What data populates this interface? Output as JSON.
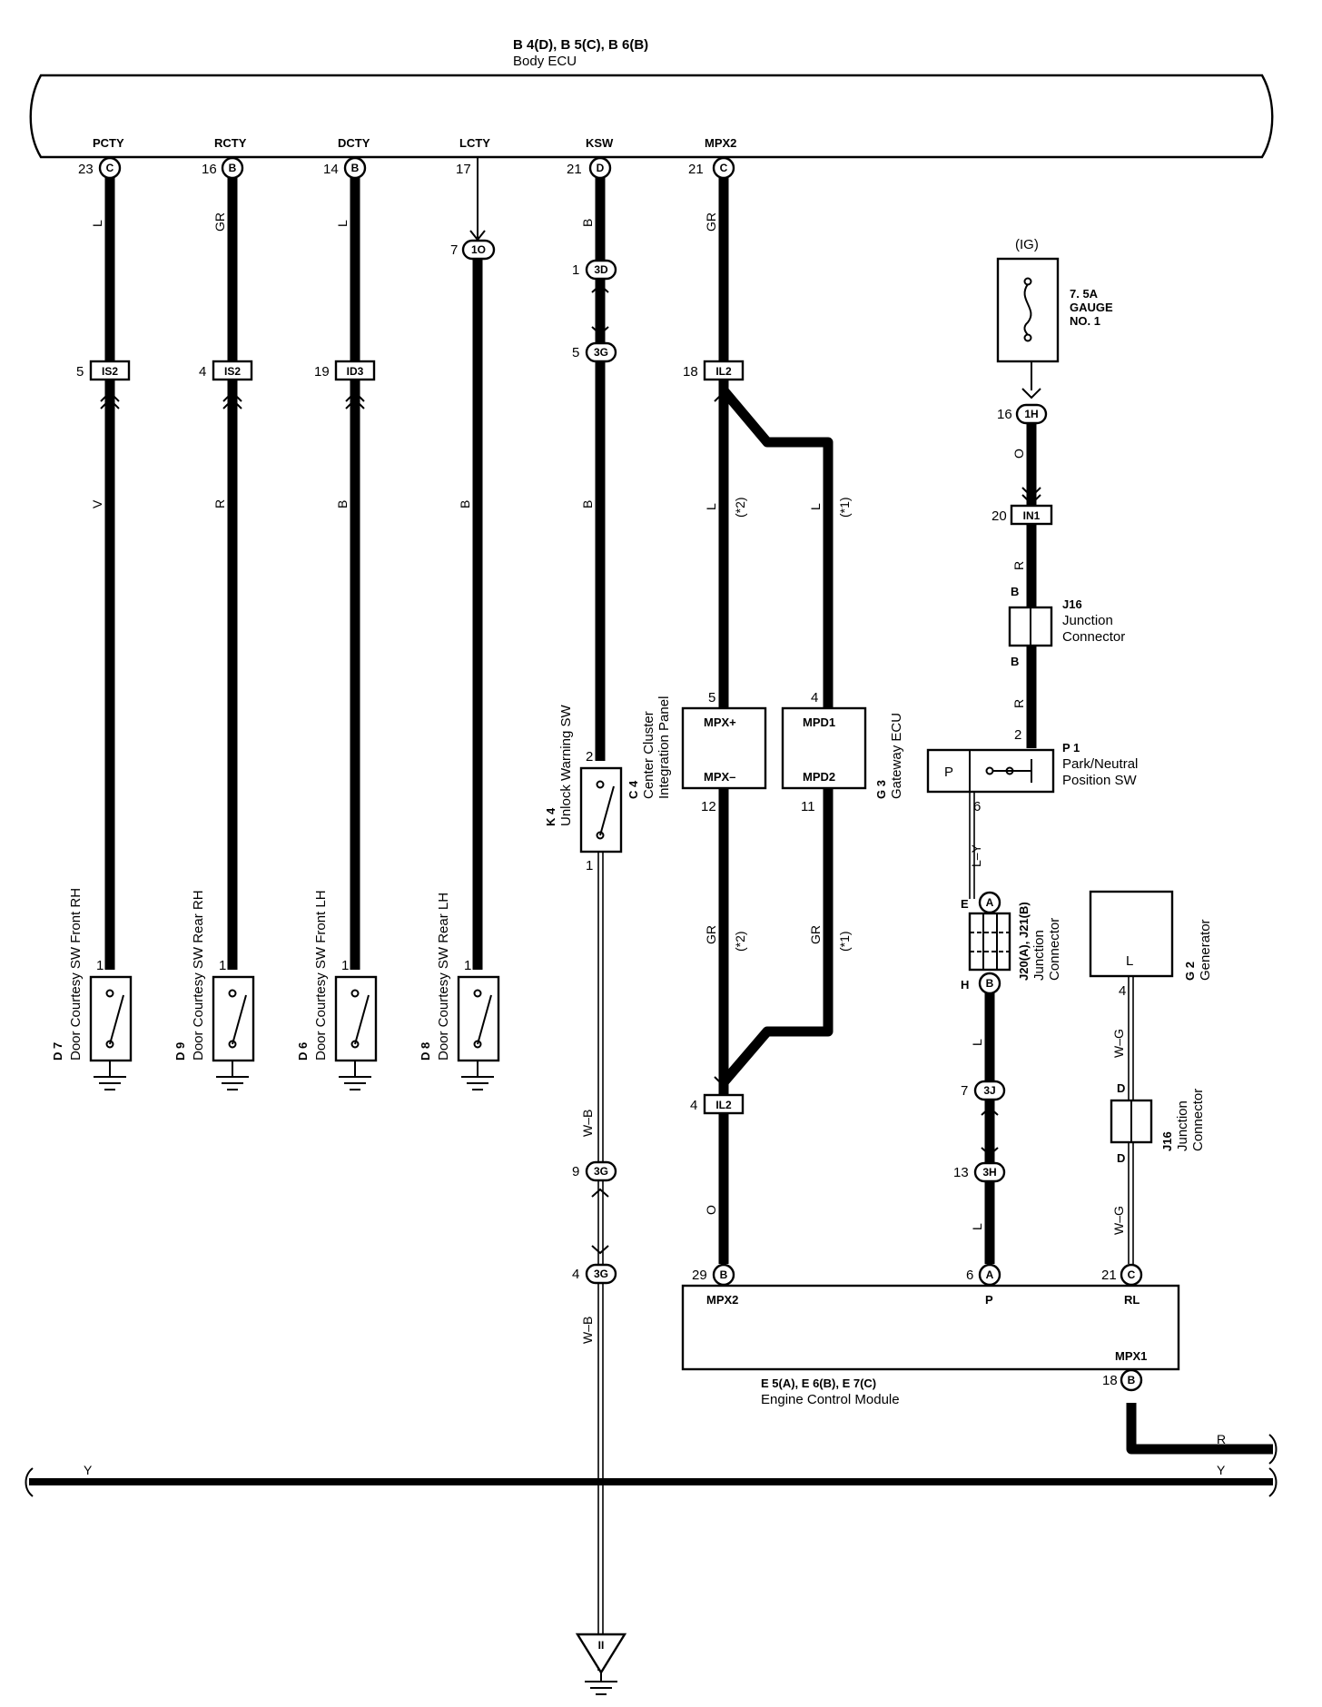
{
  "body_ecu": {
    "codes": "B 4(D), B 5(C), B 6(B)",
    "name": "Body ECU",
    "terminals": [
      {
        "name": "PCTY",
        "pin": "23",
        "conn": "C"
      },
      {
        "name": "RCTY",
        "pin": "16",
        "conn": "B"
      },
      {
        "name": "DCTY",
        "pin": "14",
        "conn": "B"
      },
      {
        "name": "LCTY",
        "pin": "17",
        "conn": ""
      },
      {
        "name": "KSW",
        "pin": "21",
        "conn": "D"
      },
      {
        "name": "MPX2",
        "pin": "21",
        "conn": "C"
      }
    ]
  },
  "wire_colors": {
    "pcty_top": "L",
    "rcty_top": "GR",
    "dcty_top": "L",
    "ksw_top": "B",
    "mpx2_top": "GR",
    "pcty_bot": "V",
    "rcty_bot": "R",
    "dcty_bot": "B",
    "lcty": "B",
    "ksw_mid": "B",
    "mpx_l_left": "L",
    "mpx_l_right": "L",
    "mpx_gr_left": "GR",
    "mpx_gr_right": "GR",
    "mark2": "(*2)",
    "mark1": "(*1)",
    "ksw_wb1": "W–B",
    "ksw_wb2": "W–B",
    "ecm_o": "O",
    "ig_o": "O",
    "ig_r1": "R",
    "ig_r2": "R",
    "pn_ly": "L–Y",
    "pn_l1": "L",
    "pn_l2": "L",
    "gen_wg1": "W–G",
    "gen_wg2": "W–G",
    "ecm_r": "R",
    "bus_y1": "Y",
    "bus_y2": "Y"
  },
  "connectors": {
    "is2_a": {
      "code": "IS2",
      "pin": "5"
    },
    "is2_b": {
      "code": "IS2",
      "pin": "4"
    },
    "id3": {
      "code": "ID3",
      "pin": "19"
    },
    "c1o": {
      "code": "1O",
      "pin": "7"
    },
    "c3d": {
      "code": "3D",
      "pin": "1"
    },
    "c3g_a": {
      "code": "3G",
      "pin": "5"
    },
    "il2_top": {
      "code": "IL2",
      "pin": "18"
    },
    "il2_bot": {
      "code": "IL2",
      "pin": "4"
    },
    "c3g_b": {
      "code": "3G",
      "pin": "9"
    },
    "c3g_c": {
      "code": "3G",
      "pin": "4"
    },
    "c1h": {
      "code": "1H",
      "pin": "16"
    },
    "in1": {
      "code": "IN1",
      "pin": "20"
    },
    "c3j": {
      "code": "3J",
      "pin": "7"
    },
    "c3h": {
      "code": "3H",
      "pin": "13"
    }
  },
  "switches": [
    {
      "code": "D 7",
      "name": "Door Courtesy SW Front RH",
      "pin": "1"
    },
    {
      "code": "D 9",
      "name": "Door Courtesy SW Rear RH",
      "pin": "1"
    },
    {
      "code": "D 6",
      "name": "Door Courtesy SW Front LH",
      "pin": "1"
    },
    {
      "code": "D 8",
      "name": "Door Courtesy SW Rear LH",
      "pin": "1"
    }
  ],
  "unlock_sw": {
    "code": "K 4",
    "name": "Unlock Warning SW",
    "pin_top": "2",
    "pin_bot": "1"
  },
  "center_cluster": {
    "code": "C 4",
    "name1": "Center Cluster",
    "name2": "Integration Panel",
    "t1": "MPX+",
    "t2": "MPX–",
    "pin_top": "5",
    "pin_bot": "12"
  },
  "gateway": {
    "code": "G 3",
    "name": "Gateway ECU",
    "t1": "MPD1",
    "t2": "MPD2",
    "pin_top": "4",
    "pin_bot": "11"
  },
  "fuse": {
    "source": "(IG)",
    "rating": "7. 5A",
    "name1": "GAUGE",
    "name2": "NO. 1"
  },
  "j16_a": {
    "code": "J16",
    "name1": "Junction",
    "name2": "Connector",
    "top": "B",
    "bot": "B"
  },
  "pn_sw": {
    "code": "P 1",
    "name1": "Park/Neutral",
    "name2": "Position SW",
    "term": "P",
    "pin_top": "2",
    "pin_bot": "6"
  },
  "j20": {
    "code": "J20(A), J21(B)",
    "name1": "Junction",
    "name2": "Connector",
    "top_pin": "E",
    "top_conn": "A",
    "bot_pin": "H",
    "bot_conn": "B"
  },
  "generator": {
    "code": "G 2",
    "name": "Generator",
    "term": "L",
    "pin": "4"
  },
  "j16_b": {
    "code": "J16",
    "name1": "Junction",
    "name2": "Connector",
    "top": "D",
    "bot": "D"
  },
  "ecm": {
    "codes": "E 5(A), E 6(B), E 7(C)",
    "name": "Engine Control Module",
    "mpx2": {
      "name": "MPX2",
      "pin": "29",
      "conn": "B"
    },
    "p": {
      "name": "P",
      "pin": "6",
      "conn": "A"
    },
    "rl": {
      "name": "RL",
      "pin": "21",
      "conn": "C"
    },
    "mpx1": {
      "name": "MPX1",
      "pin": "18",
      "conn": "B"
    }
  },
  "ground_code": "II"
}
